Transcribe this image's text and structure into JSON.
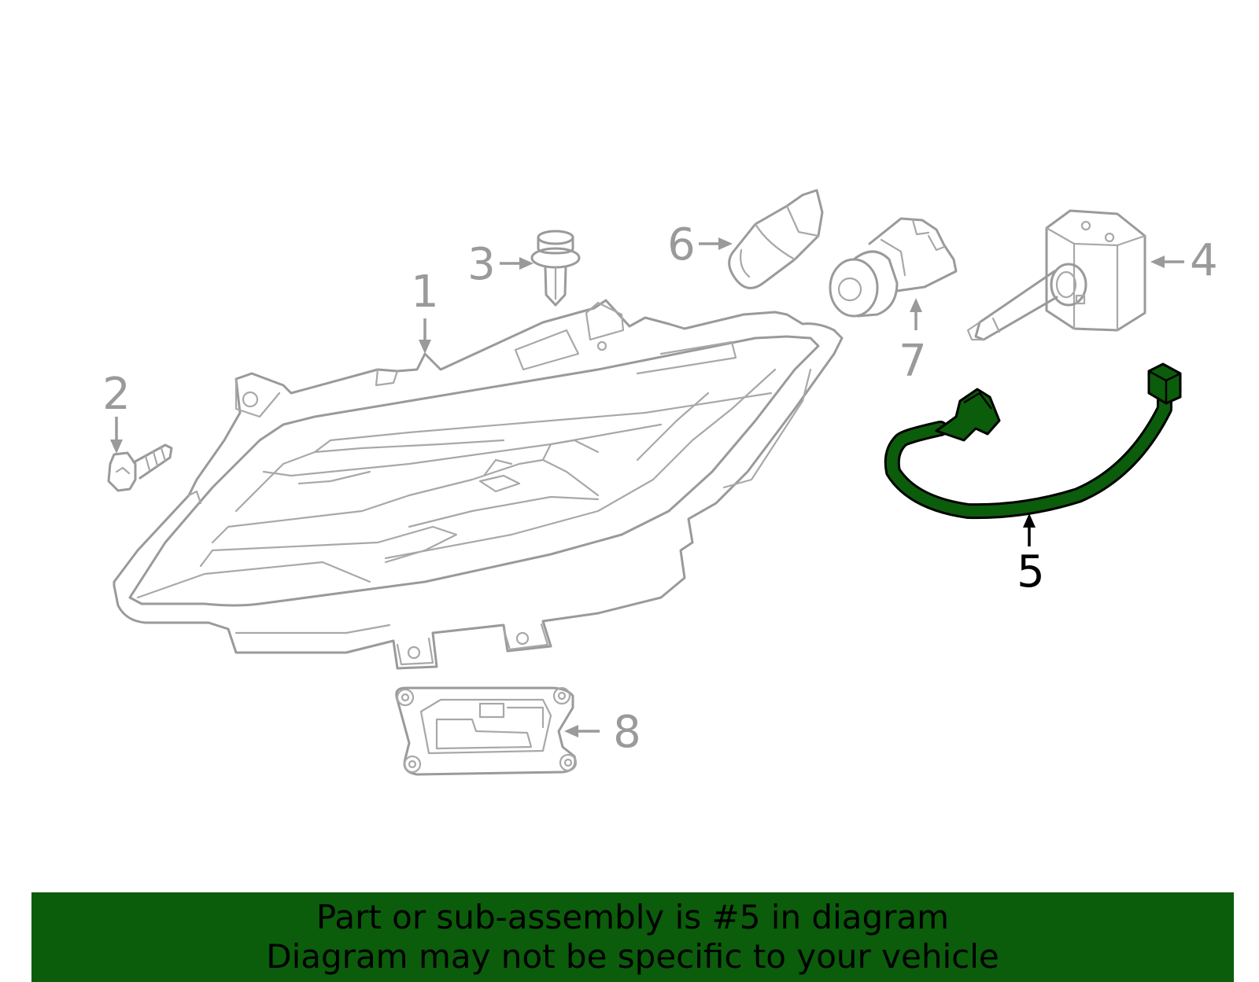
{
  "callouts": {
    "c1": "1",
    "c2": "2",
    "c3": "3",
    "c4": "4",
    "c5": "5",
    "c6": "6",
    "c7": "7",
    "c8": "8"
  },
  "highlight": {
    "part": "5",
    "color": "#0b5c0b"
  },
  "banner": {
    "line1": "Part or sub-assembly is #5 in diagram",
    "line2": "Diagram may not be specific to your vehicle"
  }
}
